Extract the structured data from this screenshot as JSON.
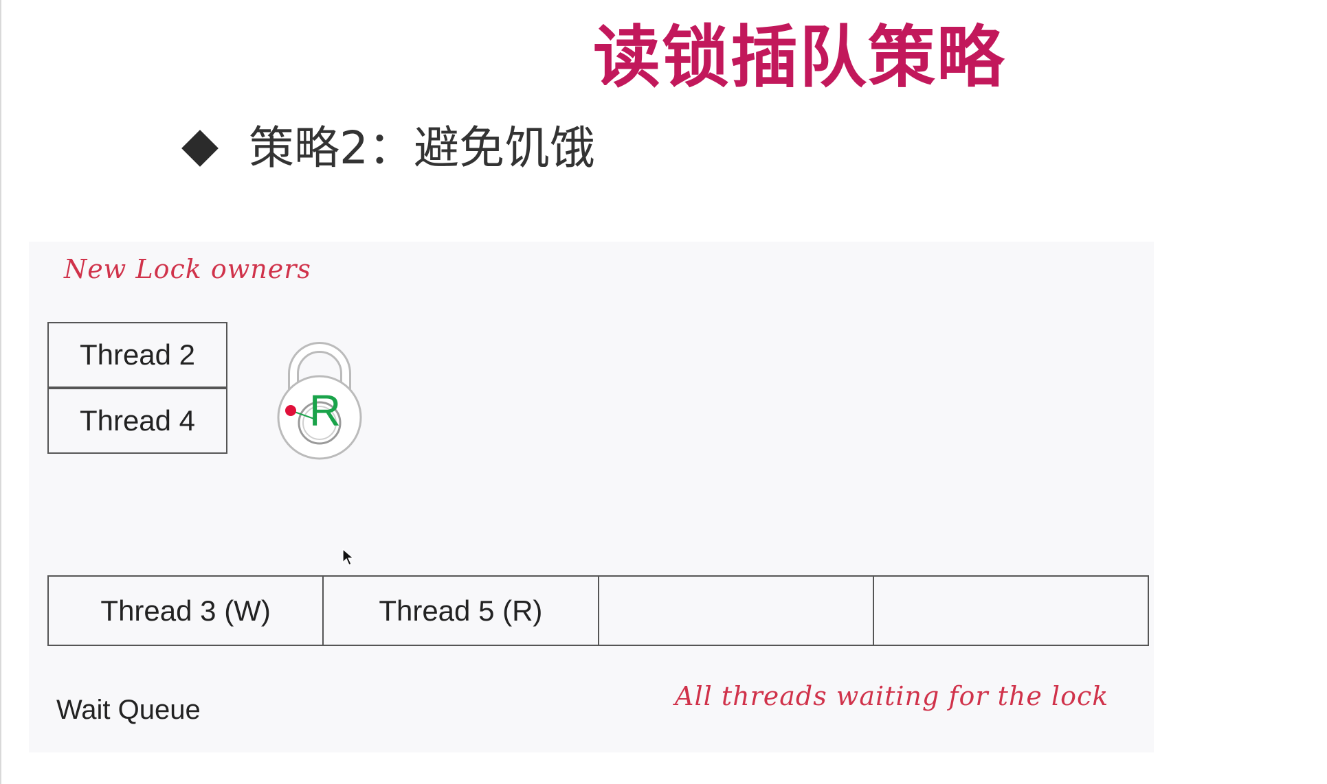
{
  "slide": {
    "title": "读锁插队策略",
    "subtitle": "策略2：避免饥饿"
  },
  "diagram": {
    "owners_note": "New Lock owners",
    "owners": [
      "Thread 2",
      "Thread 4"
    ],
    "lock_letter": "R",
    "queue": [
      "Thread 3 (W)",
      "Thread 5 (R)",
      "",
      ""
    ],
    "queue_label": "Wait Queue",
    "waiting_note": "All threads waiting for the lock"
  },
  "colors": {
    "title": "#c2185b",
    "script_note": "#d0324a",
    "lock_letter": "#1aa34a",
    "lock_dot": "#e0103a"
  },
  "icons": {
    "bullet": "diamond-bullet-icon",
    "lock": "padlock-icon",
    "cursor": "mouse-cursor-icon"
  }
}
